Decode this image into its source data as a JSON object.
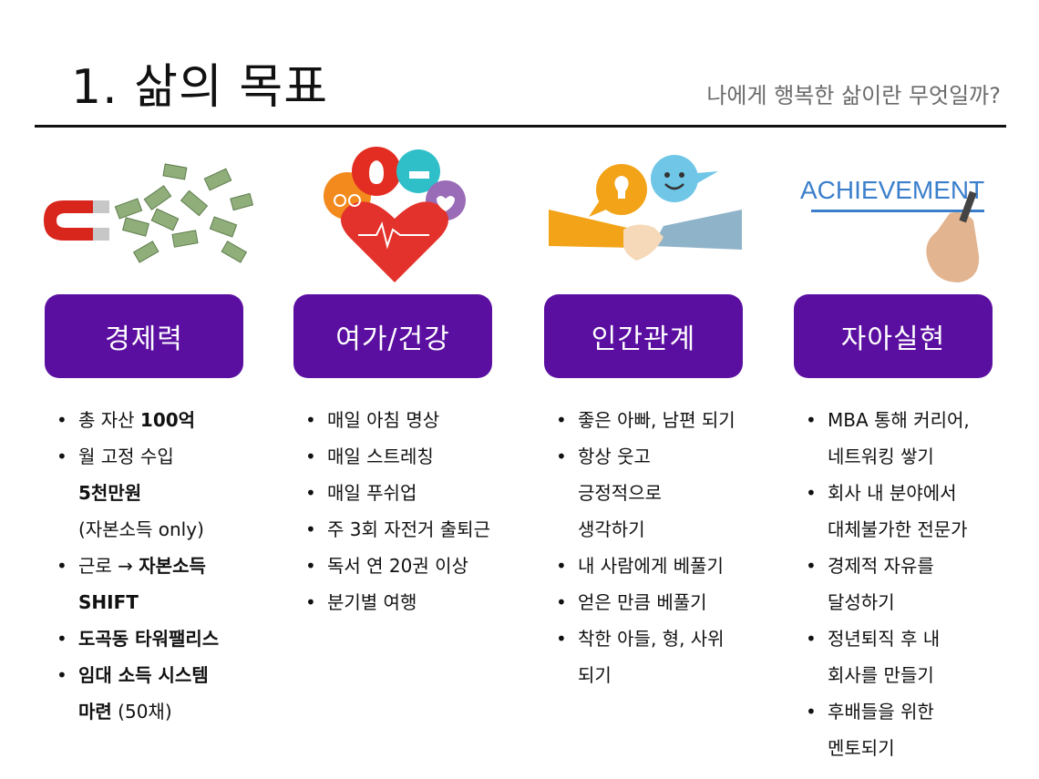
{
  "header": {
    "title": "1. 삶의 목표",
    "subtitle": "나에게 행복한 삶이란 무엇일까?"
  },
  "columns": [
    {
      "category": "경제력",
      "image_icon": "magnet-money-icon",
      "items": [
        {
          "lines": [
            [
              {
                "t": "총 자산 "
              },
              {
                "t": "100억",
                "b": true
              }
            ]
          ]
        },
        {
          "lines": [
            [
              {
                "t": "월 고정 수입"
              }
            ],
            [
              {
                "t": "5천만원",
                "b": true
              }
            ],
            [
              {
                "t": "(자본소득 only)"
              }
            ]
          ]
        },
        {
          "lines": [
            [
              {
                "t": "근로 → "
              },
              {
                "t": "자본소득",
                "b": true
              }
            ],
            [
              {
                "t": "SHIFT",
                "b": true
              }
            ]
          ]
        },
        {
          "lines": [
            [
              {
                "t": "도곡동 타워팰리스",
                "b": true
              }
            ]
          ]
        },
        {
          "lines": [
            [
              {
                "t": "임대 소득 시스템",
                "b": true
              }
            ],
            [
              {
                "t": "마련",
                "b": true
              },
              {
                "t": " (50채)"
              }
            ]
          ]
        }
      ]
    },
    {
      "category": "여가/건강",
      "image_icon": "heart-health-icon",
      "items": [
        {
          "lines": [
            [
              {
                "t": "매일 아침 명상"
              }
            ]
          ]
        },
        {
          "lines": [
            [
              {
                "t": "매일 스트레칭"
              }
            ]
          ]
        },
        {
          "lines": [
            [
              {
                "t": "매일 푸쉬업"
              }
            ]
          ]
        },
        {
          "lines": [
            [
              {
                "t": "주 3회 자전거 출퇴근"
              }
            ]
          ]
        },
        {
          "lines": [
            [
              {
                "t": "독서 연 20권 이상"
              }
            ]
          ]
        },
        {
          "lines": [
            [
              {
                "t": "분기별 여행"
              }
            ]
          ]
        }
      ]
    },
    {
      "category": "인간관계",
      "image_icon": "handshake-icon",
      "items": [
        {
          "lines": [
            [
              {
                "t": "좋은 아빠, 남편 되기"
              }
            ]
          ]
        },
        {
          "lines": [
            [
              {
                "t": "항상 웃고"
              }
            ],
            [
              {
                "t": "긍정적으로"
              }
            ],
            [
              {
                "t": "생각하기"
              }
            ]
          ]
        },
        {
          "lines": [
            [
              {
                "t": "내 사람에게 베풀기"
              }
            ]
          ]
        },
        {
          "lines": [
            [
              {
                "t": "얻은 만큼 베풀기"
              }
            ]
          ]
        },
        {
          "lines": [
            [
              {
                "t": "착한 아들, 형, 사위"
              }
            ],
            [
              {
                "t": "되기"
              }
            ]
          ]
        }
      ]
    },
    {
      "category": "자아실현",
      "image_icon": "achievement-hand-icon",
      "image_text": "ACHIEVEMENT",
      "items": [
        {
          "lines": [
            [
              {
                "t": "MBA 통해 커리어,"
              }
            ],
            [
              {
                "t": "네트워킹 쌓기"
              }
            ]
          ]
        },
        {
          "lines": [
            [
              {
                "t": "회사 내 분야에서"
              }
            ],
            [
              {
                "t": "대체불가한 전문가"
              }
            ]
          ]
        },
        {
          "lines": [
            [
              {
                "t": "경제적 자유를"
              }
            ],
            [
              {
                "t": "달성하기"
              }
            ]
          ]
        },
        {
          "lines": [
            [
              {
                "t": "정년퇴직 후 내"
              }
            ],
            [
              {
                "t": "회사를 만들기"
              }
            ]
          ]
        },
        {
          "lines": [
            [
              {
                "t": "후배들을 위한"
              }
            ],
            [
              {
                "t": "멘토되기"
              }
            ]
          ]
        }
      ]
    }
  ],
  "bullet_char": "•",
  "colors": {
    "category_bg": "#5b0fa1",
    "rule": "#111111",
    "subtitle": "#6b6b6b"
  }
}
